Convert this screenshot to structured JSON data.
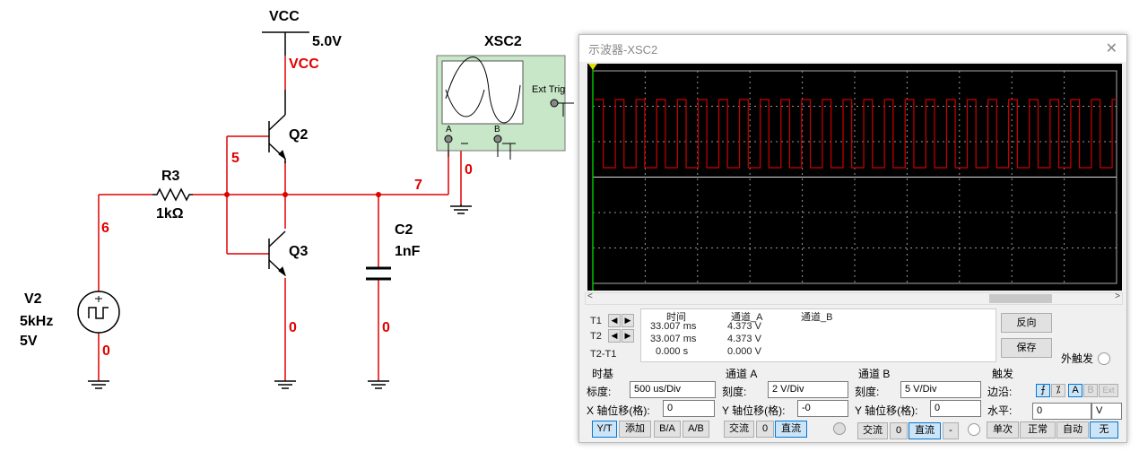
{
  "circuit": {
    "vcc": {
      "label": "VCC",
      "value": "5.0V",
      "net": "VCC"
    },
    "q2": "Q2",
    "q3": "Q3",
    "r3": {
      "name": "R3",
      "value": "1kΩ"
    },
    "c2": {
      "name": "C2",
      "value": "1nF"
    },
    "v2": {
      "name": "V2",
      "freq": "5kHz",
      "amp": "5V"
    },
    "scope": {
      "name": "XSC2",
      "ext_trig": "Ext Trig",
      "a": "A",
      "b": "B",
      "plus": "+",
      "minus": "_"
    },
    "nets": {
      "n6": "6",
      "n5": "5",
      "n7": "7",
      "n0_scope": "0",
      "n0_v2": "0",
      "n0_q3": "0",
      "n0_c2": "0"
    }
  },
  "window": {
    "title": "示波器-XSC2",
    "close": "✕"
  },
  "trace_color": "#cc0000",
  "readout": {
    "t1": "T1",
    "t2": "T2",
    "t21": "T2-T1",
    "headers": [
      "时间",
      "通道_A",
      "通道_B"
    ],
    "rows": [
      [
        "33.007 ms",
        "4.373 V",
        ""
      ],
      [
        "33.007 ms",
        "4.373 V",
        ""
      ],
      [
        "0.000 s",
        "0.000 V",
        ""
      ]
    ]
  },
  "buttons": {
    "reverse": "反向",
    "save": "保存",
    "ext_trigger": "外触发"
  },
  "timebase": {
    "title": "时基",
    "scale_label": "标度:",
    "scale": "500 us/Div",
    "xpos_label": "X 轴位移(格):",
    "xpos": "0",
    "yt": "Y/T",
    "add": "添加",
    "ba": "B/A",
    "ab": "A/B"
  },
  "channel_a": {
    "title": "通道 A",
    "scale_label": "刻度:",
    "scale": "2  V/Div",
    "ypos_label": "Y 轴位移(格):",
    "ypos": "-0",
    "ac": "交流",
    "zero": "0",
    "dc": "直流"
  },
  "channel_b": {
    "title": "通道 B",
    "scale_label": "刻度:",
    "scale": "5  V/Div",
    "ypos_label": "Y 轴位移(格):",
    "ypos": "0",
    "ac": "交流",
    "zero": "0",
    "dc": "直流",
    "minus": "-"
  },
  "trigger": {
    "title": "触发",
    "edge_label": "边沿:",
    "level_label": "水平:",
    "level": "0",
    "unit": "V",
    "rise": "⨍",
    "fall": "⁒",
    "a": "A",
    "b": "B",
    "ext": "Ext",
    "single": "单次",
    "normal": "正常",
    "auto": "自动",
    "none": "无"
  }
}
